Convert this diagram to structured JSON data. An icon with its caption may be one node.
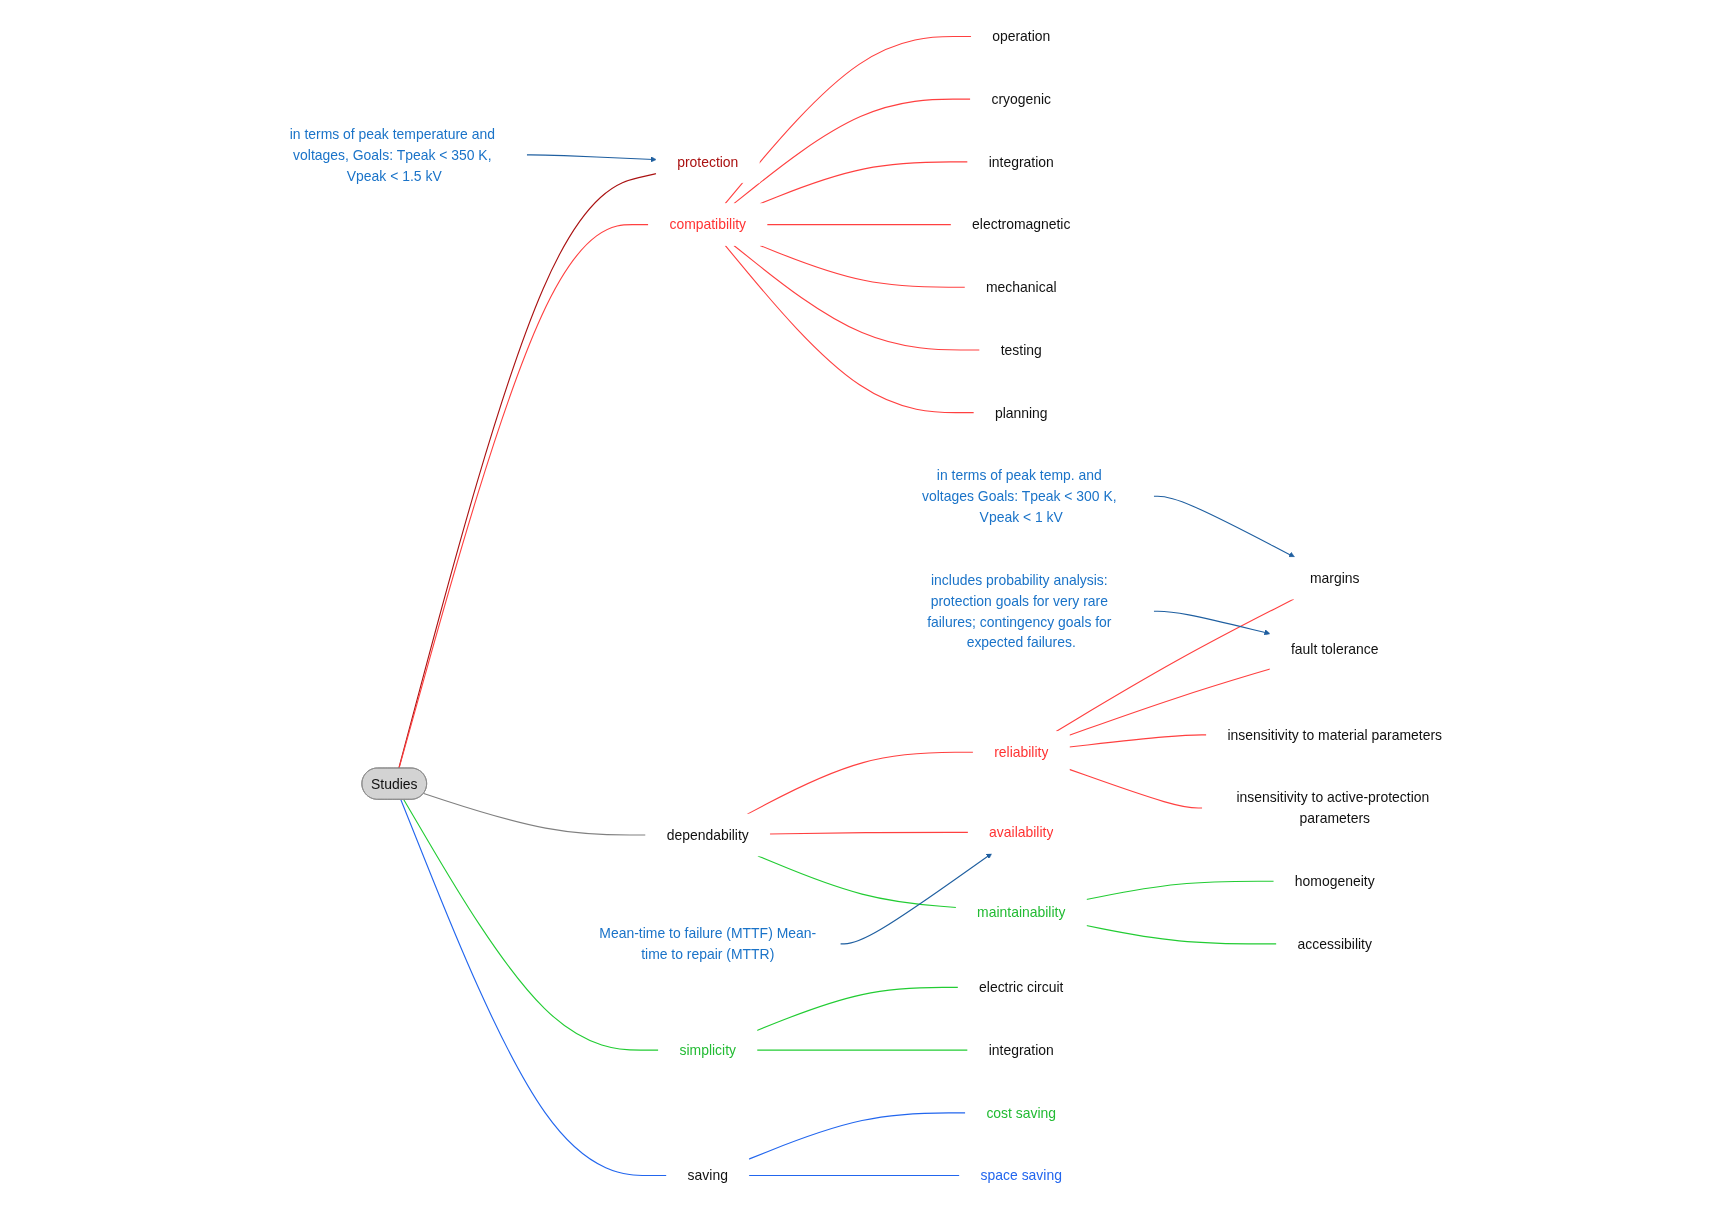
{
  "diagram": {
    "nodes": [
      {
        "text": [
          "Studies"
        ]
      },
      {
        "text": [
          "protection"
        ]
      },
      {
        "text": [
          "compatibility"
        ]
      },
      {
        "text": [
          "operation"
        ]
      },
      {
        "text": [
          "cryogenic"
        ]
      },
      {
        "text": [
          "integration"
        ]
      },
      {
        "text": [
          "electromagnetic"
        ]
      },
      {
        "text": [
          "mechanical"
        ]
      },
      {
        "text": [
          "testing"
        ]
      },
      {
        "text": [
          "planning"
        ]
      },
      {
        "text": [
          "dependability"
        ]
      },
      {
        "text": [
          "reliability"
        ]
      },
      {
        "text": [
          "margins"
        ]
      },
      {
        "text": [
          "fault tolerance"
        ]
      },
      {
        "text": [
          "insensitivity to material parameters"
        ]
      },
      {
        "text": [
          "insensitivity to active-protection parameters"
        ]
      },
      {
        "text": [
          "availability"
        ]
      },
      {
        "text": [
          "maintainability"
        ]
      },
      {
        "text": [
          "homogeneity"
        ]
      },
      {
        "text": [
          "accessibility"
        ]
      },
      {
        "text": [
          "simplicity"
        ]
      },
      {
        "text": [
          "electric circuit"
        ]
      },
      {
        "text": [
          "integration"
        ]
      },
      {
        "text": [
          "saving"
        ]
      },
      {
        "text": [
          "cost saving"
        ]
      },
      {
        "text": [
          "space saving"
        ]
      },
      {
        "text": [
          "in terms of peak temperature and voltages, Goals: Tpeak < 350 K, Vpeak < 1.5 kV"
        ]
      },
      {
        "text": [
          "in terms of peak temp. and voltages Goals: Tpeak < 300 K, Vpeak < 1 kV"
        ]
      },
      {
        "text": [
          "includes probability analysis: protection goals for very rare failures; contingency goals for expected failures."
        ]
      },
      {
        "text": [
          "Mean-time to failure (MTTF) Mean-time to repair (MTTR)"
        ]
      }
    ],
    "edges": [
      {
        "from": 0,
        "to": 1,
        "arrow": "none",
        "color": "#aa1111"
      },
      {
        "from": 0,
        "to": 2,
        "arrow": "none"
      },
      {
        "from": 2,
        "to": 3,
        "arrow": "none"
      },
      {
        "from": 2,
        "to": 4,
        "arrow": "none"
      },
      {
        "from": 2,
        "to": 5,
        "arrow": "none"
      },
      {
        "from": 2,
        "to": 6,
        "arrow": "none"
      },
      {
        "from": 2,
        "to": 7,
        "arrow": "none"
      },
      {
        "from": 2,
        "to": 8,
        "arrow": "none"
      },
      {
        "from": 2,
        "to": 9,
        "arrow": "none"
      },
      {
        "from": 0,
        "to": 10,
        "arrow": "none",
        "color": "#808080"
      },
      {
        "from": 10,
        "to": 11,
        "arrow": "none"
      },
      {
        "from": 11,
        "to": 12,
        "arrow": "none"
      },
      {
        "from": 11,
        "to": 13,
        "arrow": "none"
      },
      {
        "from": 11,
        "to": 14,
        "arrow": "none"
      },
      {
        "from": 11,
        "to": 15,
        "arrow": "none"
      },
      {
        "from": 10,
        "to": 16,
        "arrow": "none"
      },
      {
        "from": 10,
        "to": 17,
        "arrow": "none",
        "color": "#22cc33"
      },
      {
        "from": 17,
        "to": 18,
        "arrow": "none",
        "color": "#22cc33"
      },
      {
        "from": 17,
        "to": 19,
        "arrow": "none",
        "color": "#22cc33"
      },
      {
        "from": 0,
        "to": 20,
        "arrow": "none",
        "color": "#22cc33"
      },
      {
        "from": 20,
        "to": 21,
        "arrow": "none",
        "color": "#22cc33"
      },
      {
        "from": 20,
        "to": 22,
        "arrow": "none",
        "color": "#22cc33"
      },
      {
        "from": 0,
        "to": 23,
        "arrow": "none",
        "color": "#2266ee"
      },
      {
        "from": 23,
        "to": 24,
        "arrow": "none",
        "color": "#2266ee"
      },
      {
        "from": 23,
        "to": 25,
        "arrow": "none",
        "color": "#2266ee"
      },
      {
        "from": 26,
        "to": 1,
        "arrow": "to",
        "color": "#1f5fa0"
      },
      {
        "from": 27,
        "to": 12,
        "arrow": "to",
        "color": "#1f5fa0"
      },
      {
        "from": 28,
        "to": 13,
        "arrow": "to",
        "color": "#1f5fa0"
      },
      {
        "from": 29,
        "to": 16,
        "arrow": "to",
        "color": "#1f5fa0"
      }
    ]
  }
}
